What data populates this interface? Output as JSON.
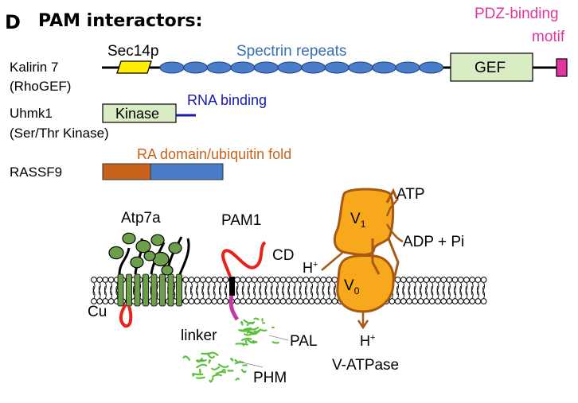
{
  "panel": {
    "letter": "D",
    "title": "PAM interactors:"
  },
  "labels": {
    "pdz_motif": "PDZ-binding\nmotif",
    "pdz_line1": "PDZ-binding",
    "pdz_line2": "motif",
    "sec14p": "Sec14p",
    "spectrin": "Spectrin repeats",
    "gef": "GEF",
    "kalirin": "Kalirin 7",
    "rhogef": "(RhoGEF)",
    "uhmk1": "Uhmk1",
    "kinase_type": "(Ser/Thr Kinase)",
    "kinase": "Kinase",
    "rna_binding": "RNA binding",
    "ra_domain": "RA domain/ubiquitin fold",
    "rassf9": "RASSF9",
    "atp7a": "Atp7a",
    "cu": "Cu",
    "pam1": "PAM1",
    "cd": "CD",
    "linker": "linker",
    "pal": "PAL",
    "phm": "PHM",
    "atp": "ATP",
    "adp_pi": "ADP + Pi",
    "v1": "V",
    "v1_sub": "1",
    "v0": "V",
    "v0_sub": "0",
    "h_plus_top": "H",
    "h_plus_bottom": "H",
    "plus": "+",
    "v_atpase": "V-ATPase"
  },
  "colors": {
    "spectrin_blue": "#4a7dc9",
    "spectrin_text": "#3b6db3",
    "sec14_yellow": "#ffee00",
    "gef_green": "#d9ecc4",
    "pdz_magenta": "#e0369e",
    "rna_blue": "#1a1aa8",
    "ra_orange": "#c8621b",
    "ra_text": "#c8621b",
    "atp7a_green": "#6d9e49",
    "cu_red": "#e8221b",
    "pam_magenta": "#c13aa3",
    "atpase_orange": "#f7a81c",
    "atpase_edge": "#a65914",
    "protein_green": "#5fbf3e"
  }
}
